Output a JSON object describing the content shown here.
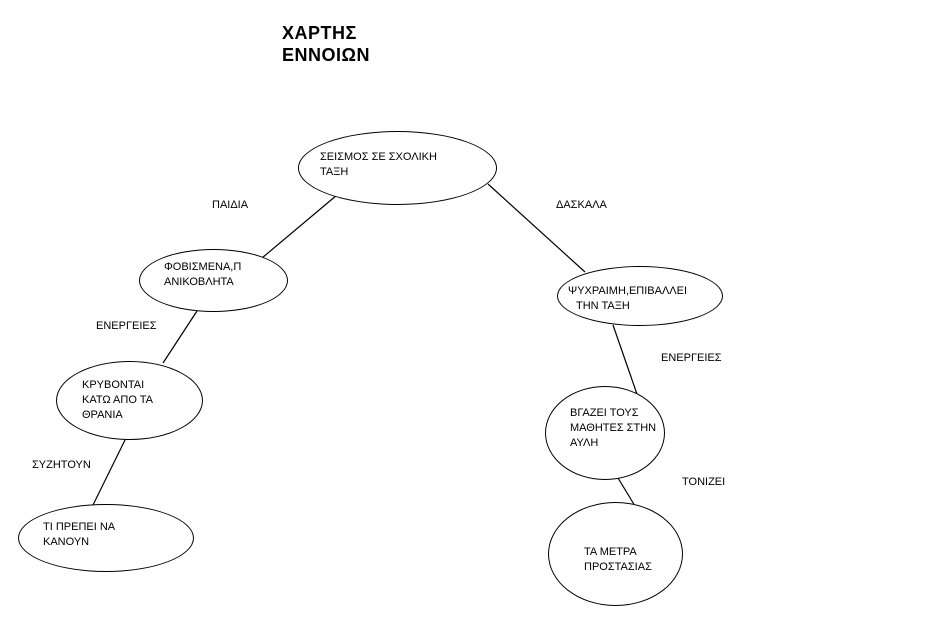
{
  "title": {
    "line1": "ΧΑΡΤΗΣ",
    "line2": "ΕΝΝΟΙΩΝ"
  },
  "nodes": {
    "root": [
      "ΣΕΙΣΜΟΣ ΣΕ ΣΧΟΛΙΚΗ",
      "ΤΑΞΗ"
    ],
    "children_state": [
      "ΦΟΒΙΣΜΕΝΑ,Π",
      "ΑΝΙΚΟΒΛΗΤΑ"
    ],
    "teacher_state": [
      "ΨΥΧΡΑΙΜΗ,ΕΠΙΒΑΛΛΕΙ",
      "ΤΗΝ ΤΑΞΗ"
    ],
    "children_action": [
      "ΚΡΥΒΟΝΤΑΙ",
      "ΚΑΤΩ ΑΠΟ ΤΑ",
      "ΘΡΑΝΙΑ"
    ],
    "teacher_action": [
      "ΒΓΑΖΕΙ ΤΟΥΣ",
      "ΜΑΘΗΤΕΣ ΣΤΗΝ",
      "ΑΥΛΗ"
    ],
    "children_discuss": [
      "ΤΙ ΠΡΕΠΕΙ ΝΑ",
      "ΚΑΝΟΥΝ"
    ],
    "protection": [
      "ΤΑ ΜΕΤΡΑ",
      "ΠΡΟΣΤΑΣΙΑΣ"
    ]
  },
  "edge_labels": {
    "children": "ΠΑΙΔΙΑ",
    "teacher": "ΔΑΣΚΑΛΑ",
    "children_actions": "ΕΝΕΡΓΕΙΕΣ",
    "teacher_actions": "ΕΝΕΡΓΕΙΕΣ",
    "discuss": "ΣΥΖΗΤΟΥΝ",
    "emphasizes": "ΤΟΝΙΖΕΙ"
  }
}
